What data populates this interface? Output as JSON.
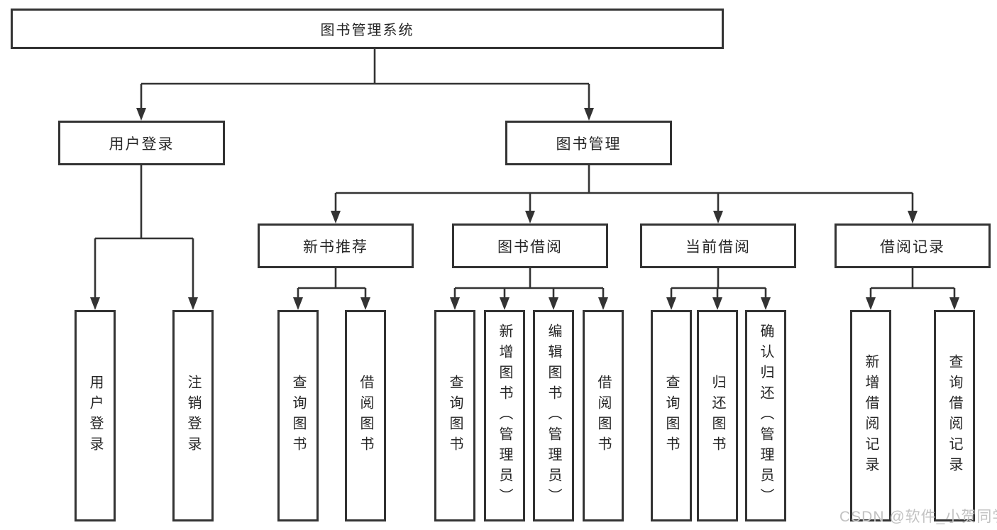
{
  "diagram": {
    "root": {
      "label": "图书管理系统"
    },
    "l2": [
      {
        "label": "用户登录",
        "children": [
          {
            "label": "用户登录"
          },
          {
            "label": "注销登录"
          }
        ]
      },
      {
        "label": "图书管理",
        "children": [
          {
            "label": "新书推荐",
            "children": [
              {
                "label": "查询图书"
              },
              {
                "label": "借阅图书"
              }
            ]
          },
          {
            "label": "图书借阅",
            "children": [
              {
                "label": "查询图书"
              },
              {
                "label": "新增图书（管理员）"
              },
              {
                "label": "编辑图书（管理员）"
              },
              {
                "label": "借阅图书"
              }
            ]
          },
          {
            "label": "当前借阅",
            "children": [
              {
                "label": "查询图书"
              },
              {
                "label": "归还图书"
              },
              {
                "label": "确认归还（管理员）"
              }
            ]
          },
          {
            "label": "借阅记录",
            "children": [
              {
                "label": "新增借阅记录"
              },
              {
                "label": "查询借阅记录"
              }
            ]
          }
        ]
      }
    ]
  },
  "watermark": {
    "text": "CSDN @软件_小贺同学"
  },
  "colors": {
    "line": "#333333",
    "box_border": "#333333",
    "box_fill": "#ffffff",
    "text": "#262626",
    "background": "#ffffff",
    "watermark": "#c2c2c2"
  }
}
